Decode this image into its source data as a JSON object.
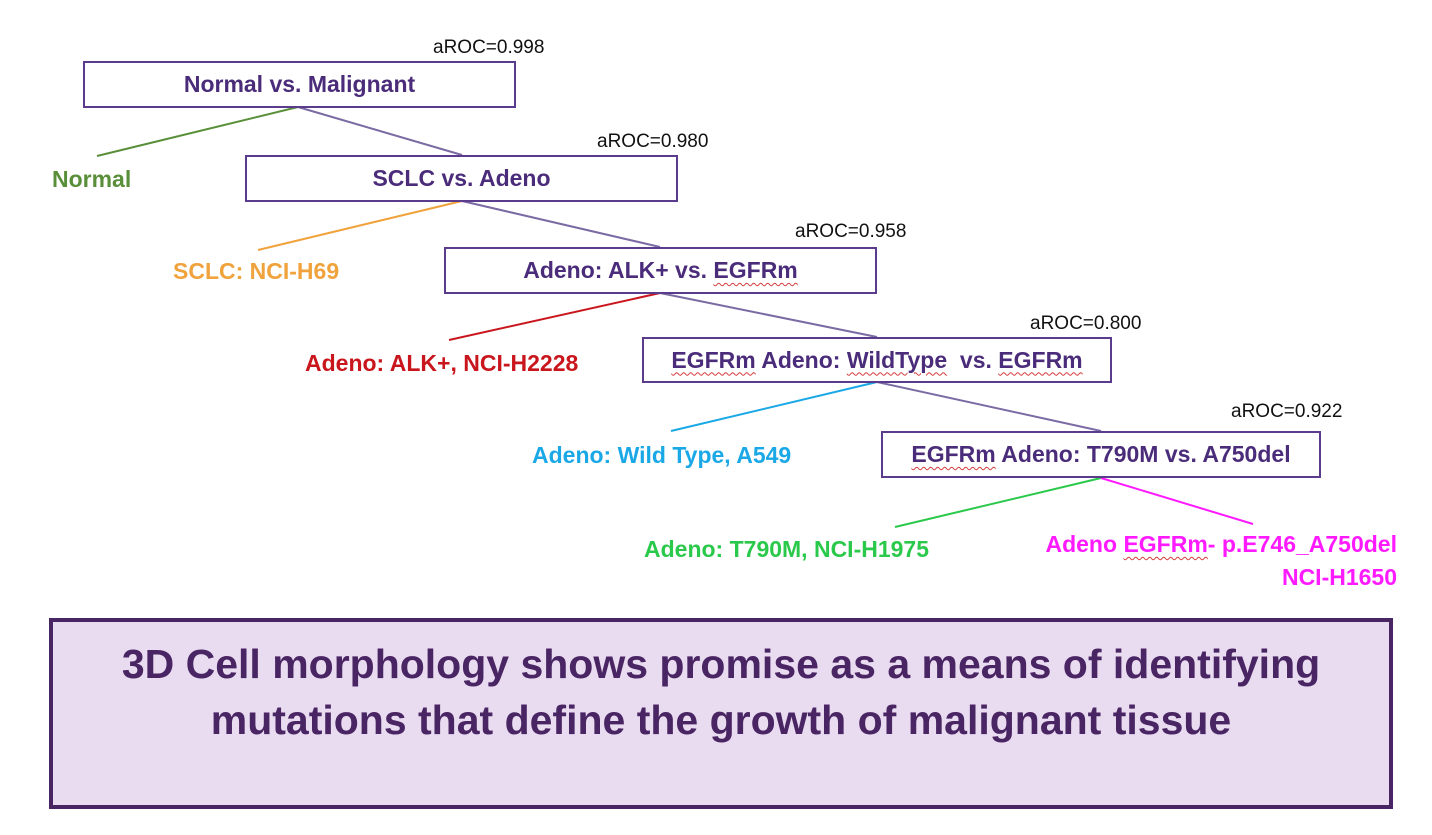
{
  "colors": {
    "node_border": "#5b3c8c",
    "node_text": "#4a2c7a",
    "edge_malignant": "#7b6aa3",
    "normal": "#5a8f3a",
    "sclc": "#f0a23c",
    "alk": "#c9161d",
    "wild_type": "#1aa8e6",
    "t790m": "#2bc94b",
    "egfr_del": "#ff1aff",
    "conclusion_bg": "#e9dcf1",
    "conclusion_border": "#4a2563"
  },
  "nodes": [
    {
      "id": "n1",
      "label": "Normal vs. Malignant",
      "aroc": "aROC=0.998"
    },
    {
      "id": "n2",
      "label": "SCLC vs. Adeno",
      "aroc": "aROC=0.980"
    },
    {
      "id": "n3",
      "label_prefix": "Adeno: ALK+ vs. ",
      "label_term": "EGFRm",
      "aroc": "aROC=0.958"
    },
    {
      "id": "n4",
      "label_a": "EGFRm",
      "label_b": " Adeno: ",
      "label_c": "WildType",
      "label_d": "  vs. ",
      "label_e": "EGFRm",
      "aroc": "aROC=0.800"
    },
    {
      "id": "n5",
      "label_a": "EGFRm",
      "label_b": " Adeno: T790M vs. A750del",
      "aroc": "aROC=0.922"
    }
  ],
  "leaves": {
    "normal": "Normal",
    "sclc": "SCLC: NCI-H69",
    "alk": "Adeno: ALK+, NCI-H2228",
    "wild_type": "Adeno: Wild Type, A549",
    "t790m": "Adeno: T790M, NCI-H1975",
    "egfr_del_line1_prefix": "Adeno ",
    "egfr_del_line1_term": "EGFRm",
    "egfr_del_line1_suffix": "- p.E746_A750del",
    "egfr_del_line2": "NCI-H1650"
  },
  "conclusion": {
    "line1": "3D Cell morphology shows promise as a means of identifying",
    "line2": "mutations that define the growth of malignant tissue"
  }
}
